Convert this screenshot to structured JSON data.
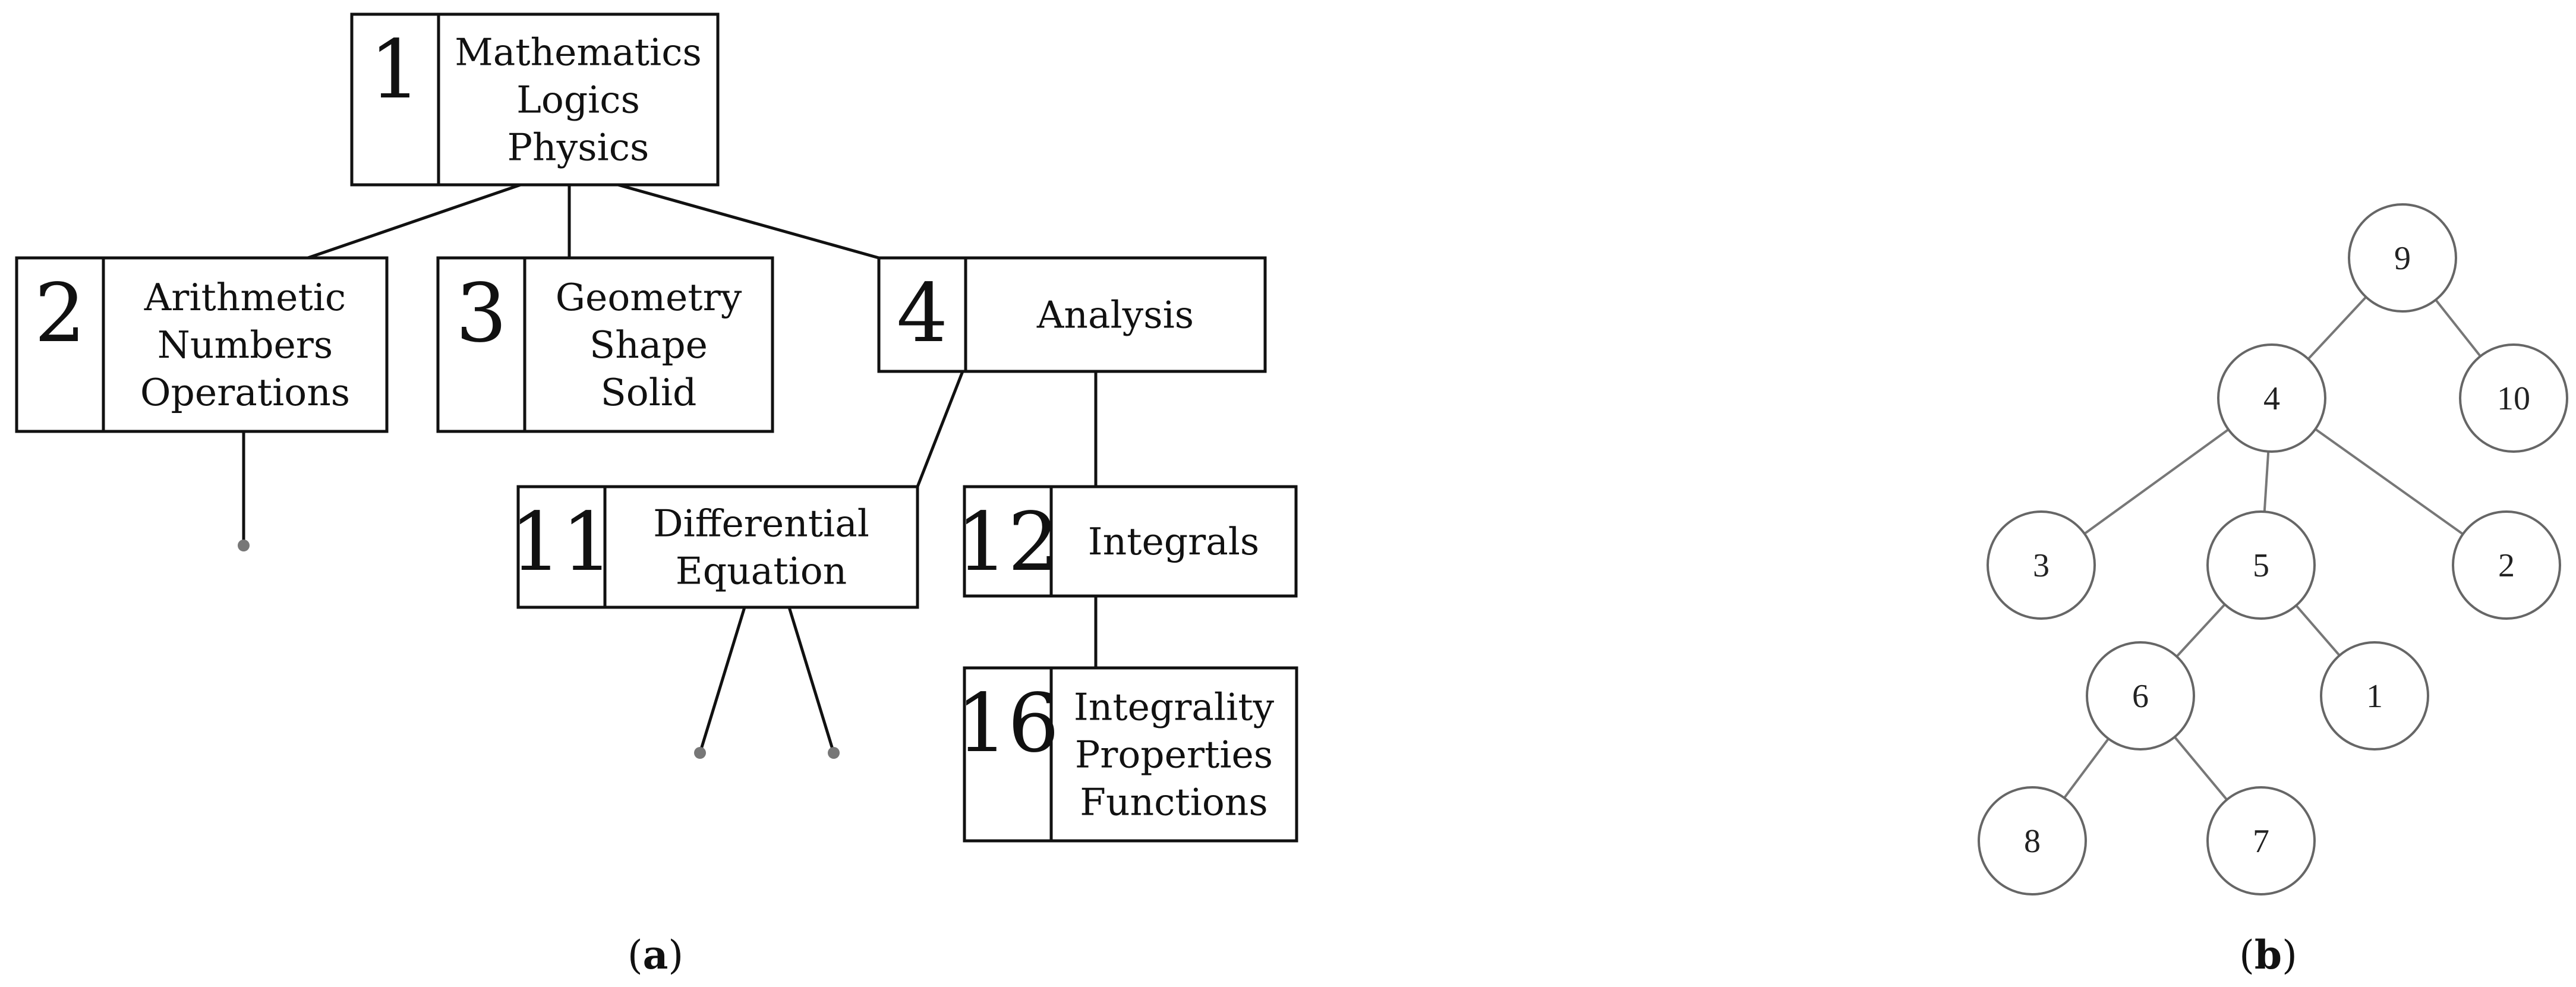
{
  "panel_a": {
    "caption": {
      "open": "(",
      "letter": "a",
      "close": ")"
    },
    "boxes": [
      {
        "id": "1",
        "number": "1",
        "lines": [
          "Mathematics",
          "Logics",
          "Physics"
        ]
      },
      {
        "id": "2",
        "number": "2",
        "lines": [
          "Arithmetic",
          "Numbers",
          "Operations"
        ]
      },
      {
        "id": "3",
        "number": "3",
        "lines": [
          "Geometry",
          "Shape",
          "Solid"
        ]
      },
      {
        "id": "4",
        "number": "4",
        "lines": [
          "Analysis"
        ]
      },
      {
        "id": "11",
        "number": "11",
        "lines": [
          "Differential",
          "Equation"
        ]
      },
      {
        "id": "12",
        "number": "12",
        "lines": [
          "Integrals"
        ]
      },
      {
        "id": "16",
        "number": "16",
        "lines": [
          "Integrality",
          "Properties",
          "Functions"
        ]
      }
    ],
    "edges": [
      [
        "1",
        "2"
      ],
      [
        "1",
        "3"
      ],
      [
        "1",
        "4"
      ],
      [
        "4",
        "11"
      ],
      [
        "4",
        "12"
      ],
      [
        "12",
        "16"
      ]
    ],
    "open_branches": [
      {
        "from": "2",
        "count": 1
      },
      {
        "from": "11",
        "count": 2
      }
    ]
  },
  "panel_b": {
    "caption": {
      "open": "(",
      "letter": "b",
      "close": ")"
    },
    "nodes": [
      "9",
      "4",
      "10",
      "3",
      "5",
      "2",
      "6",
      "1",
      "8",
      "7"
    ],
    "edges": [
      [
        "9",
        "4"
      ],
      [
        "9",
        "10"
      ],
      [
        "4",
        "3"
      ],
      [
        "4",
        "5"
      ],
      [
        "4",
        "2"
      ],
      [
        "5",
        "6"
      ],
      [
        "5",
        "1"
      ],
      [
        "6",
        "8"
      ],
      [
        "6",
        "7"
      ]
    ]
  }
}
